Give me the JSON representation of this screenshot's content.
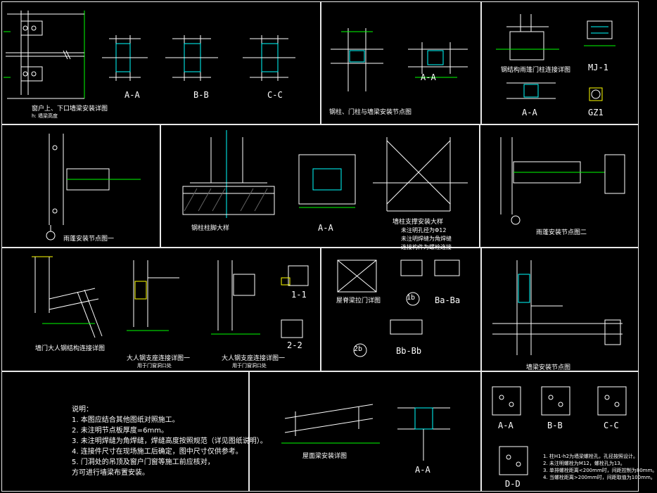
{
  "colors": {
    "background": "#000000",
    "line": "#ffffff",
    "dimension": "#00ff00",
    "highlight": "#ffff00",
    "bolt": "#00ffff",
    "hatch": "#ff00ff"
  },
  "sheet": {
    "row1": {
      "cell1": {
        "caption": "窗户上、下口墙梁安装详图",
        "subcaption": "h: 墙梁高度"
      },
      "cell1_sections": [
        "A-A",
        "B-B",
        "C-C"
      ],
      "cell2": {
        "caption": "钢柱、门柱与墙梁安装节点图",
        "section": "A-A"
      },
      "cell3": {
        "caption": "钢结构雨篷门柱连接详图",
        "mark": "MJ-1",
        "section": "A-A",
        "column_mark": "GZ1"
      }
    },
    "row2": {
      "cell1": {
        "caption": "雨蓬安装节点图一"
      },
      "cell2": {
        "caption": "钢柱柱脚大样",
        "section": "A-A"
      },
      "cell3": {
        "caption": "墙柱支撑安装大样",
        "notes": [
          "未注明孔径为Φ12",
          "未注明焊缝为角焊缝",
          "连接构件为螺栓连接"
        ]
      },
      "cell4": {
        "caption": "雨蓬安装节点图二"
      }
    },
    "row3": {
      "cell1": {
        "caption": "墙门大人钢结构连接详图"
      },
      "cell2": {
        "caption": "大人钢支座连接详图一",
        "subcaption": "用于门窗洞口处"
      },
      "cell3": {
        "caption": "大人钢支座连接详图一",
        "subcaption": "用于门窗洞口处",
        "section": "2-2",
        "section_b": "1-1"
      },
      "cell4": {
        "caption": "屋脊梁拉门详图",
        "marks": [
          "1b",
          "2b"
        ],
        "sections": [
          "Bb-Bb",
          "Ba-Ba"
        ]
      },
      "cell5": {
        "caption": "墙梁安装节点图"
      }
    },
    "row4": {
      "notes_title": "说明：",
      "notes": [
        "1. 本图应结合其他图纸对照施工。",
        "2. 未注明节点板厚度=6mm。",
        "3. 未注明焊缝为角焊缝，焊缝高度按照规范（详见图纸说明）。",
        "4. 连接件尺寸在现场施工后确定，图中尺寸仅供参考。",
        "5. 门洞处的吊顶及窗户门窗等施工前应核对，",
        "   方可进行墙梁布置安装。"
      ],
      "cell2": {
        "caption": "屋面梁安装详图",
        "section": "A-A"
      },
      "cell3": {
        "sections": [
          "A-A",
          "B-B",
          "C-C",
          "D-D"
        ],
        "notes": [
          "1. 柱H1-h2为墙梁螺栓孔，孔径按照设计。",
          "2. 未注明螺栓为M12，螺栓孔为13。",
          "3. 单排螺栓距离<200mm时，间距控制为80mm。",
          "4. 当螺栓距离>200mm时，间距取值为100mm。"
        ]
      }
    }
  }
}
